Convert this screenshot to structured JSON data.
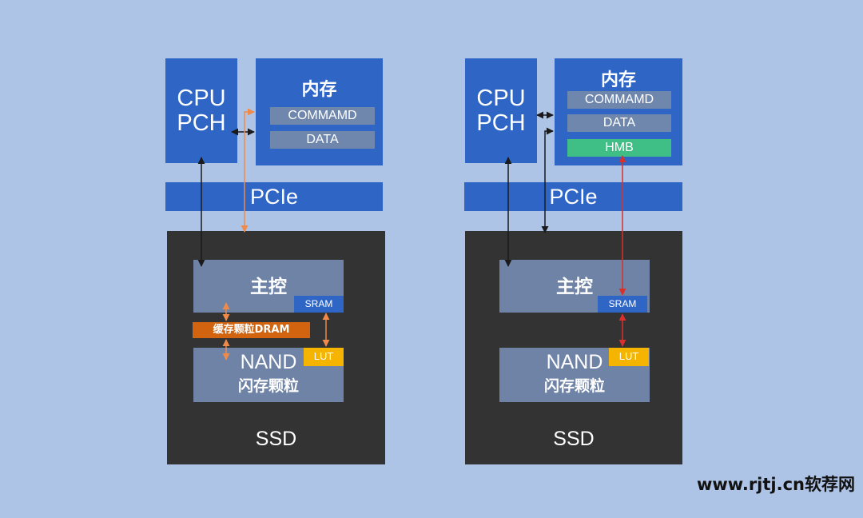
{
  "left": {
    "cpu_line1": "CPU",
    "cpu_line2": "PCH",
    "memory_title": "内存",
    "memory_slots": [
      "COMMAMD",
      "DATA"
    ],
    "pcie": "PCIe",
    "controller": "主控",
    "sram": "SRAM",
    "dram": "缓存颗粒DRAM",
    "nand_title": "NAND",
    "nand_sub": "闪存颗粒",
    "lut": "LUT",
    "ssd": "SSD"
  },
  "right": {
    "cpu_line1": "CPU",
    "cpu_line2": "PCH",
    "memory_title": "内存",
    "memory_slots": [
      "COMMAMD",
      "DATA",
      "HMB"
    ],
    "pcie": "PCIe",
    "controller": "主控",
    "sram": "SRAM",
    "nand_title": "NAND",
    "nand_sub": "闪存颗粒",
    "lut": "LUT",
    "ssd": "SSD"
  },
  "watermark": "www.rjtj.cn软荐网",
  "colors": {
    "background": "#adc4e6",
    "block_blue": "#2f66c6",
    "ssd_body": "#333333",
    "chip_gray": "#6f83a6",
    "dram_orange": "#d2640f",
    "lut_yellow": "#f5b400",
    "hmb_green": "#3fbe86",
    "arrow_orange": "#f08a4b",
    "arrow_red": "#d9302c"
  }
}
